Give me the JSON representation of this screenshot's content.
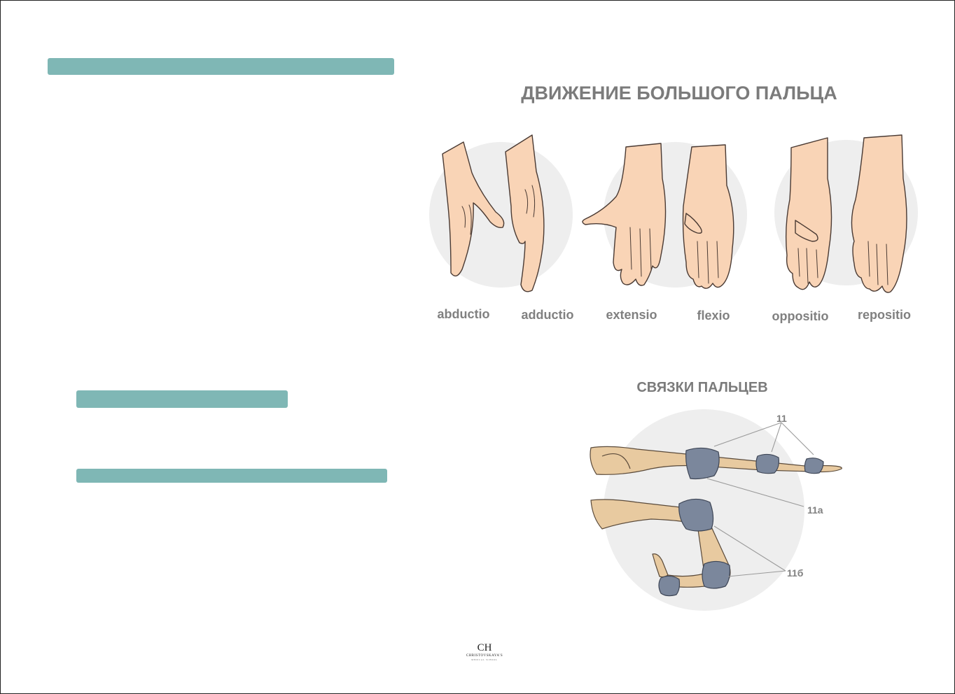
{
  "colors": {
    "bar": "#7fb7b5",
    "title": "#7b7b7b",
    "label": "#808080",
    "circle": "#eeeeee",
    "skin": "#f9d4b6",
    "skin_outline": "#4a3a33",
    "bone": "#e8caa0",
    "ligament": "#7b879c"
  },
  "thumb_section": {
    "title": "ДВИЖЕНИЕ БОЛЬШОГО ПАЛЬЦА",
    "movements": [
      {
        "label": "abductio",
        "icon": "hand-abduction-icon"
      },
      {
        "label": "adductio",
        "icon": "hand-adduction-icon"
      },
      {
        "label": "extensio",
        "icon": "hand-extension-icon"
      },
      {
        "label": "flexio",
        "icon": "hand-flexion-icon"
      },
      {
        "label": "oppositio",
        "icon": "hand-opposition-icon"
      },
      {
        "label": "repositio",
        "icon": "hand-reposition-icon"
      }
    ]
  },
  "ligament_section": {
    "title": "СВЯЗКИ ПАЛЬЦЕВ",
    "callouts": [
      "11",
      "11а",
      "11б"
    ]
  },
  "logo": {
    "mark": "CH",
    "name": "CHRISTOVSKAYA'S",
    "subtitle": "MEDICAL SCHOOL"
  }
}
